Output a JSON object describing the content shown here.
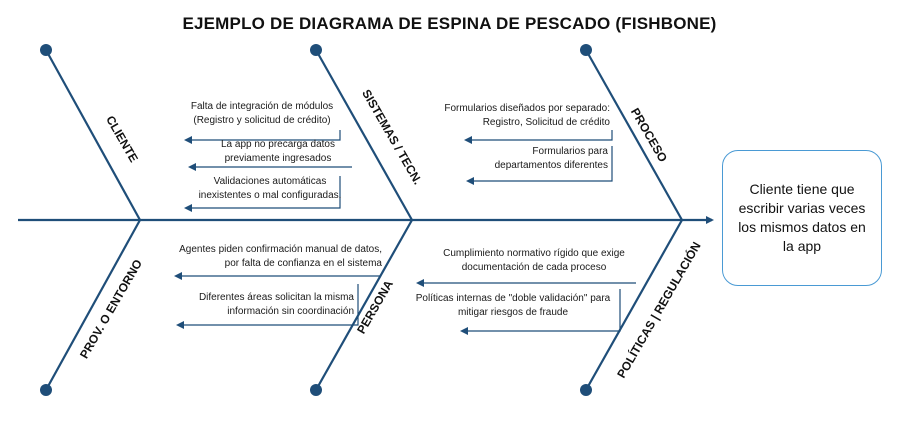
{
  "title": "EJEMPLO DE DIAGRAMA DE ESPINA DE PESCADO (FISHBONE)",
  "outcome": "Cliente tiene que escribir varias veces los mismos datos en la app",
  "colors": {
    "bone": "#1f4e79",
    "node": "#1f4e79",
    "outcome_border": "#4a9ad4"
  },
  "categories": {
    "cliente": "CLIENTE",
    "sistemas": "SISTEMAS / TECN.",
    "proceso": "PROCESO",
    "entorno": "PROV. O ENTORNO",
    "persona": "PERSONA",
    "politicas": "POLÍTICAS | REGULACIÓN"
  },
  "causes": {
    "sistemas": [
      "Falta de integración de módulos (Registro y solicitud de crédito)",
      "La app no precarga datos previamente ingresados",
      "Validaciones automáticas inexistentes o mal configuradas."
    ],
    "proceso": [
      "Formularios diseñados por separado: Registro, Solicitud de crédito",
      "Formularios para departamentos diferentes"
    ],
    "persona": [
      "Agentes piden confirmación manual de datos, por falta de confianza en el sistema",
      "Diferentes áreas solicitan la misma información sin coordinación"
    ],
    "politicas": [
      "Cumplimiento normativo rígido que exige documentación de cada proceso",
      "Políticas internas de \"doble validación\" para mitigar riesgos de fraude"
    ]
  }
}
